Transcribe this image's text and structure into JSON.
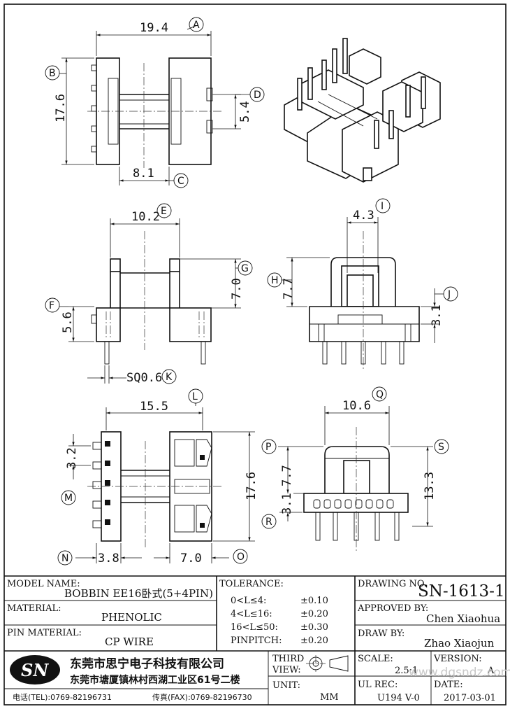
{
  "dims": {
    "A": "19.4",
    "B": "17.6",
    "C": "8.1",
    "D": "5.4",
    "E": "10.2",
    "F": "5.6",
    "G": "7.0",
    "K": "SQ0.6",
    "I": "4.3",
    "H": "7.7",
    "J": "3.1",
    "L": "15.5",
    "M": "3.2",
    "N": "3.8",
    "O": "7.0",
    "P_17": "17.6",
    "Q": "10.6",
    "P": "7.7",
    "R": "3.1",
    "S": "13.3"
  },
  "tags": [
    "A",
    "B",
    "C",
    "D",
    "E",
    "F",
    "G",
    "H",
    "I",
    "J",
    "K",
    "L",
    "M",
    "N",
    "O",
    "P",
    "Q",
    "R",
    "S"
  ],
  "title_block": {
    "model_label": "MODEL NAME:",
    "model_value": "BOBBIN EE16卧式(5+4PIN)",
    "material_label": "MATERIAL:",
    "material_value": "PHENOLIC",
    "pin_material_label": "PIN MATERIAL:",
    "pin_material_value": "CP WIRE",
    "tolerance_label": "TOLERANCE:",
    "tol_rows": [
      {
        "range": "0<L≤4:",
        "value": "±0.10"
      },
      {
        "range": "4<L≤16:",
        "value": "±0.20"
      },
      {
        "range": "16<L≤50:",
        "value": "±0.30"
      },
      {
        "range": "PINPITCH:",
        "value": "±0.20"
      }
    ],
    "drawing_no_label": "DRAWING NO.",
    "drawing_no": "SN-1613-1",
    "approved_label": "APPROVED BY:",
    "approved_by": "Chen  Xiaohua",
    "drawn_label": "DRAW BY:",
    "drawn_by": "Zhao  Xiaojun",
    "logo": "SN",
    "company": "东莞市思宁电子科技有限公司",
    "address": "东莞市塘厦镇林村西湖工业区61号二楼",
    "tel": "电话(TEL):0769-82196731",
    "fax": "传真(FAX):0769-82196730",
    "third_view_1": "THIRD",
    "third_view_2": "VIEW:",
    "unit_label": "UNIT:",
    "unit": "MM",
    "scale_label": "SCALE:",
    "scale": "2.5:1",
    "version_label": "VERSION:",
    "version": "A",
    "ul_label": "UL REC:",
    "ul": "U194 V-0",
    "date_label": "DATE:",
    "date": "2017-03-01",
    "watermark": "www.dgsndz.com"
  }
}
